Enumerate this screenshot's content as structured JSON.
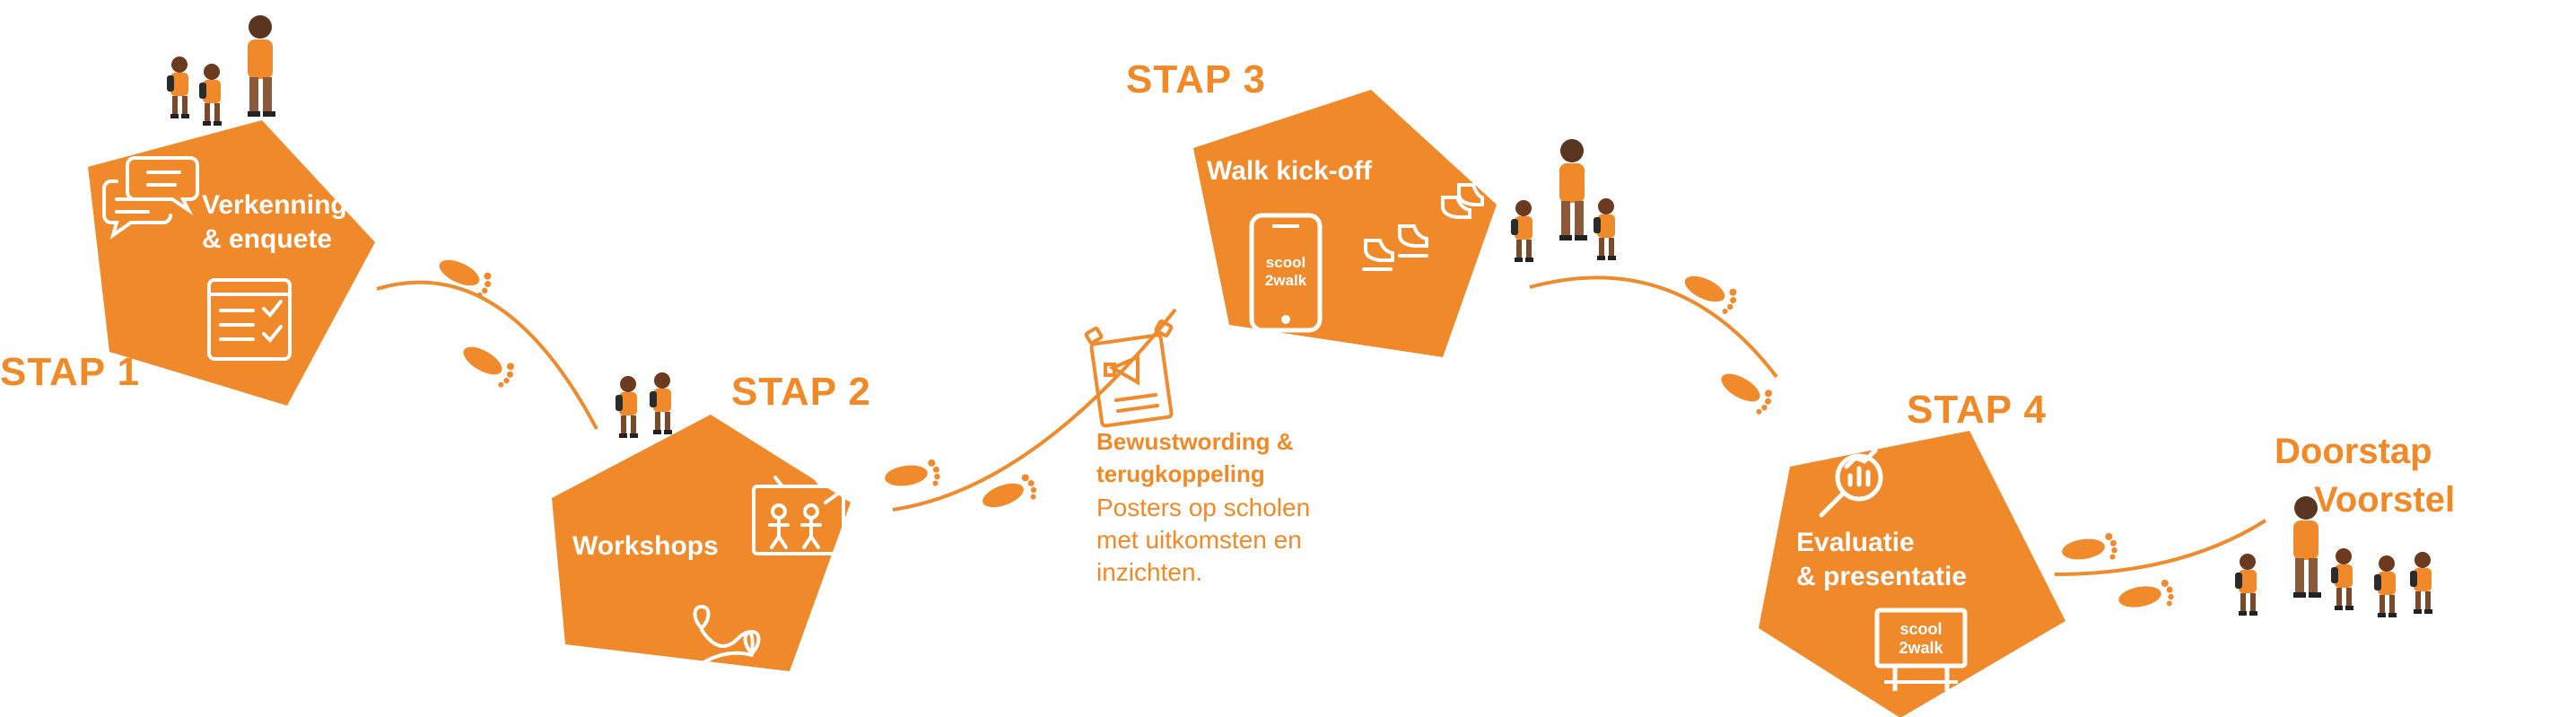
{
  "colors": {
    "accent": "#f18a26",
    "shape": "#f0892a",
    "line": "#ef8b2c",
    "on_accent": "#ffffff"
  },
  "steps": [
    {
      "title": "STAP 1",
      "label_line1": "Verkenning",
      "label_line2": "& enquete",
      "icons": [
        "chat-bubbles-icon",
        "survey-checklist-icon"
      ]
    },
    {
      "title": "STAP 2",
      "label": "Workshops",
      "icons": [
        "drawing-board-icon",
        "route-map-icon"
      ]
    },
    {
      "title": "STAP 3",
      "label": "Walk kick-off",
      "icons": [
        "smartphone-app-icon",
        "walking-shoes-icon"
      ],
      "app_brand_line1": "scool",
      "app_brand_line2": "2walk"
    },
    {
      "title": "STAP 4",
      "label_line1": "Evaluatie",
      "label_line2": "& presentatie",
      "icons": [
        "magnifier-chart-icon",
        "billboard-icon"
      ],
      "board_brand_line1": "scool",
      "board_brand_line2": "2walk"
    }
  ],
  "awareness": {
    "title_line1": "Bewustwording &",
    "title_line2": "terugkoppeling",
    "desc_line1": "Posters op scholen",
    "desc_line2": "met uitkomsten en",
    "desc_line3": "inzichten.",
    "icon": "megaphone-poster-icon"
  },
  "final": {
    "title_line1": "Doorstap",
    "title_line2": "Voorstel"
  }
}
